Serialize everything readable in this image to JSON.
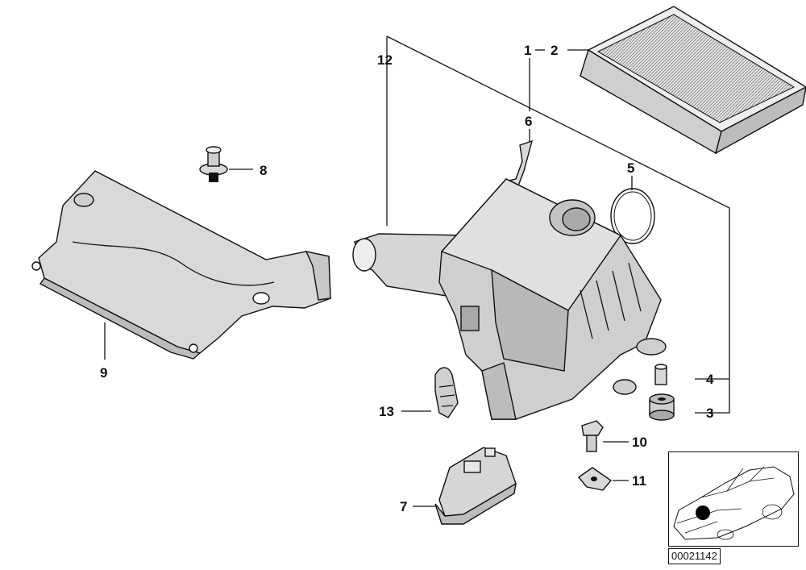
{
  "labels": {
    "l1": "1",
    "l2": "2",
    "l3": "3",
    "l4": "4",
    "l5": "5",
    "l6": "6",
    "l7": "7",
    "l8": "8",
    "l9": "9",
    "l10": "10",
    "l11": "11",
    "l12": "12",
    "l13": "13"
  },
  "reference_code": "00021142",
  "colors": {
    "part_fill": "#d6d6d6",
    "part_dark": "#a9a9a9",
    "line": "#111111"
  }
}
